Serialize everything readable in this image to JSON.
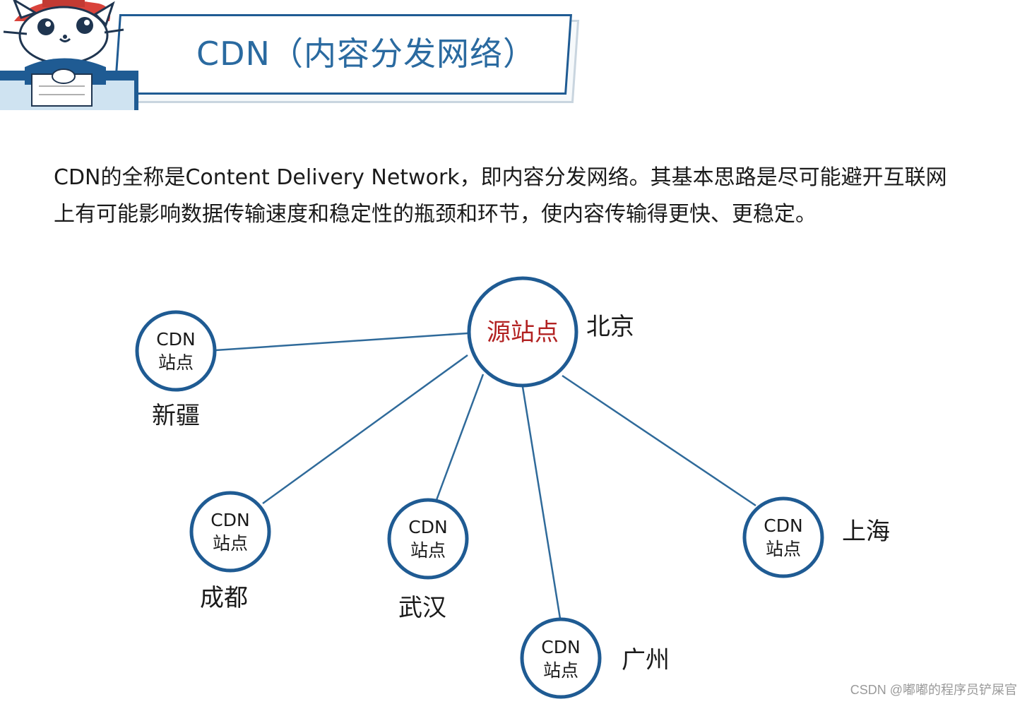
{
  "header": {
    "title": "CDN（内容分发网络）"
  },
  "description": {
    "line1": "CDN的全称是Content Delivery Network，即内容分发网络。其基本思路是尽可能避开互联网",
    "line2": "上有可能影响数据传输速度和稳定性的瓶颈和环节，使内容传输得更快、更稳定。"
  },
  "diagram": {
    "origin": {
      "label": "源站点",
      "city": "北京"
    },
    "nodes": [
      {
        "line1": "CDN",
        "line2": "站点",
        "city": "新疆"
      },
      {
        "line1": "CDN",
        "line2": "站点",
        "city": "成都"
      },
      {
        "line1": "CDN",
        "line2": "站点",
        "city": "武汉"
      },
      {
        "line1": "CDN",
        "line2": "站点",
        "city": "广州"
      },
      {
        "line1": "CDN",
        "line2": "站点",
        "city": "上海"
      }
    ]
  },
  "watermark": "CSDN @嘟嘟的程序员铲屎官",
  "colors": {
    "accent": "#1f5b93",
    "title": "#2a6aa0",
    "origin_label": "#b22222",
    "edge": "#2f6a9a"
  }
}
